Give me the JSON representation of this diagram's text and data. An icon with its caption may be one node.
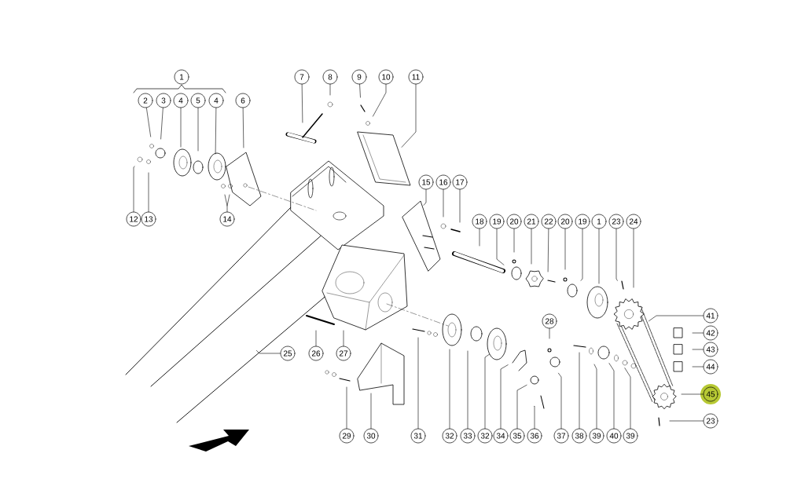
{
  "diagram": {
    "nodes": [
      {
        "text": [
          "1"
        ]
      },
      {
        "text": [
          "7"
        ]
      },
      {
        "text": [
          "8"
        ]
      },
      {
        "text": [
          "9"
        ]
      },
      {
        "text": [
          "10"
        ]
      },
      {
        "text": [
          "11"
        ]
      },
      {
        "text": [
          "2"
        ]
      },
      {
        "text": [
          "3"
        ]
      },
      {
        "text": [
          "4"
        ]
      },
      {
        "text": [
          "5"
        ]
      },
      {
        "text": [
          "4"
        ]
      },
      {
        "text": [
          "6"
        ]
      },
      {
        "text": [
          "15"
        ]
      },
      {
        "text": [
          "16"
        ]
      },
      {
        "text": [
          "17"
        ]
      },
      {
        "text": [
          "12"
        ]
      },
      {
        "text": [
          "13"
        ]
      },
      {
        "text": [
          "14"
        ]
      },
      {
        "text": [
          "18"
        ]
      },
      {
        "text": [
          "19"
        ]
      },
      {
        "text": [
          "20"
        ]
      },
      {
        "text": [
          "21"
        ]
      },
      {
        "text": [
          "22"
        ]
      },
      {
        "text": [
          "20"
        ]
      },
      {
        "text": [
          "19"
        ]
      },
      {
        "text": [
          "1"
        ]
      },
      {
        "text": [
          "23"
        ]
      },
      {
        "text": [
          "24"
        ]
      },
      {
        "text": [
          "41"
        ]
      },
      {
        "text": [
          "42"
        ]
      },
      {
        "text": [
          "43"
        ]
      },
      {
        "text": [
          "44"
        ]
      },
      {
        "text": [
          "28"
        ]
      },
      {
        "text": [
          "25"
        ]
      },
      {
        "text": [
          "26"
        ]
      },
      {
        "text": [
          "27"
        ]
      },
      {
        "text": [
          "45"
        ]
      },
      {
        "text": [
          "23"
        ]
      },
      {
        "text": [
          "29"
        ]
      },
      {
        "text": [
          "30"
        ]
      },
      {
        "text": [
          "31"
        ]
      },
      {
        "text": [
          "32"
        ]
      },
      {
        "text": [
          "33"
        ]
      },
      {
        "text": [
          "32"
        ]
      },
      {
        "text": [
          "34"
        ]
      },
      {
        "text": [
          "35"
        ]
      },
      {
        "text": [
          "36"
        ]
      },
      {
        "text": [
          "37"
        ]
      },
      {
        "text": [
          "38"
        ]
      },
      {
        "text": [
          "39"
        ]
      },
      {
        "text": [
          "40"
        ]
      },
      {
        "text": [
          "39"
        ]
      }
    ],
    "edges": [
      {
        "from": 1,
        "to": null,
        "arrow": "none"
      },
      {
        "from": 2,
        "to": null,
        "arrow": "none"
      },
      {
        "from": 3,
        "to": null,
        "arrow": "none"
      },
      {
        "from": 4,
        "to": null,
        "arrow": "none"
      },
      {
        "from": 5,
        "to": null,
        "arrow": "none"
      },
      {
        "from": 6,
        "to": null,
        "arrow": "none"
      },
      {
        "from": 7,
        "to": null,
        "arrow": "none"
      },
      {
        "from": 8,
        "to": null,
        "arrow": "none"
      },
      {
        "from": 9,
        "to": null,
        "arrow": "none"
      },
      {
        "from": 10,
        "to": null,
        "arrow": "none"
      },
      {
        "from": 11,
        "to": null,
        "arrow": "none"
      },
      {
        "from": 12,
        "to": null,
        "arrow": "none"
      },
      {
        "from": 13,
        "to": null,
        "arrow": "none"
      },
      {
        "from": 14,
        "to": null,
        "arrow": "none"
      },
      {
        "from": 15,
        "to": null,
        "arrow": "none"
      },
      {
        "from": 16,
        "to": null,
        "arrow": "none"
      },
      {
        "from": 17,
        "to": null,
        "arrow": "none"
      },
      {
        "from": 18,
        "to": null,
        "arrow": "none"
      },
      {
        "from": 19,
        "to": null,
        "arrow": "none"
      },
      {
        "from": 20,
        "to": null,
        "arrow": "none"
      },
      {
        "from": 21,
        "to": null,
        "arrow": "none"
      },
      {
        "from": 22,
        "to": null,
        "arrow": "none"
      },
      {
        "from": 23,
        "to": null,
        "arrow": "none"
      },
      {
        "from": 24,
        "to": null,
        "arrow": "none"
      },
      {
        "from": 25,
        "to": null,
        "arrow": "none"
      },
      {
        "from": 26,
        "to": null,
        "arrow": "none"
      },
      {
        "from": 27,
        "to": null,
        "arrow": "none"
      },
      {
        "from": 28,
        "to": null,
        "arrow": "none"
      },
      {
        "from": 29,
        "to": null,
        "arrow": "none"
      },
      {
        "from": 30,
        "to": null,
        "arrow": "none"
      },
      {
        "from": 31,
        "to": null,
        "arrow": "none"
      },
      {
        "from": 32,
        "to": null,
        "arrow": "none"
      },
      {
        "from": 33,
        "to": null,
        "arrow": "none"
      },
      {
        "from": 34,
        "to": null,
        "arrow": "none"
      },
      {
        "from": 35,
        "to": null,
        "arrow": "none"
      },
      {
        "from": 36,
        "to": null,
        "arrow": "none"
      },
      {
        "from": 37,
        "to": null,
        "arrow": "none"
      },
      {
        "from": 38,
        "to": null,
        "arrow": "none"
      },
      {
        "from": 39,
        "to": null,
        "arrow": "none"
      },
      {
        "from": 40,
        "to": null,
        "arrow": "none"
      },
      {
        "from": 41,
        "to": null,
        "arrow": "none"
      },
      {
        "from": 42,
        "to": null,
        "arrow": "none"
      },
      {
        "from": 43,
        "to": null,
        "arrow": "none"
      },
      {
        "from": 44,
        "to": null,
        "arrow": "none"
      },
      {
        "from": 45,
        "to": null,
        "arrow": "none"
      },
      {
        "from": 46,
        "to": null,
        "arrow": "none"
      },
      {
        "from": 47,
        "to": null,
        "arrow": "none"
      },
      {
        "from": 48,
        "to": null,
        "arrow": "none"
      },
      {
        "from": 49,
        "to": null,
        "arrow": "none"
      },
      {
        "from": 50,
        "to": null,
        "arrow": "none"
      },
      {
        "from": 51,
        "to": null,
        "arrow": "none"
      }
    ]
  }
}
